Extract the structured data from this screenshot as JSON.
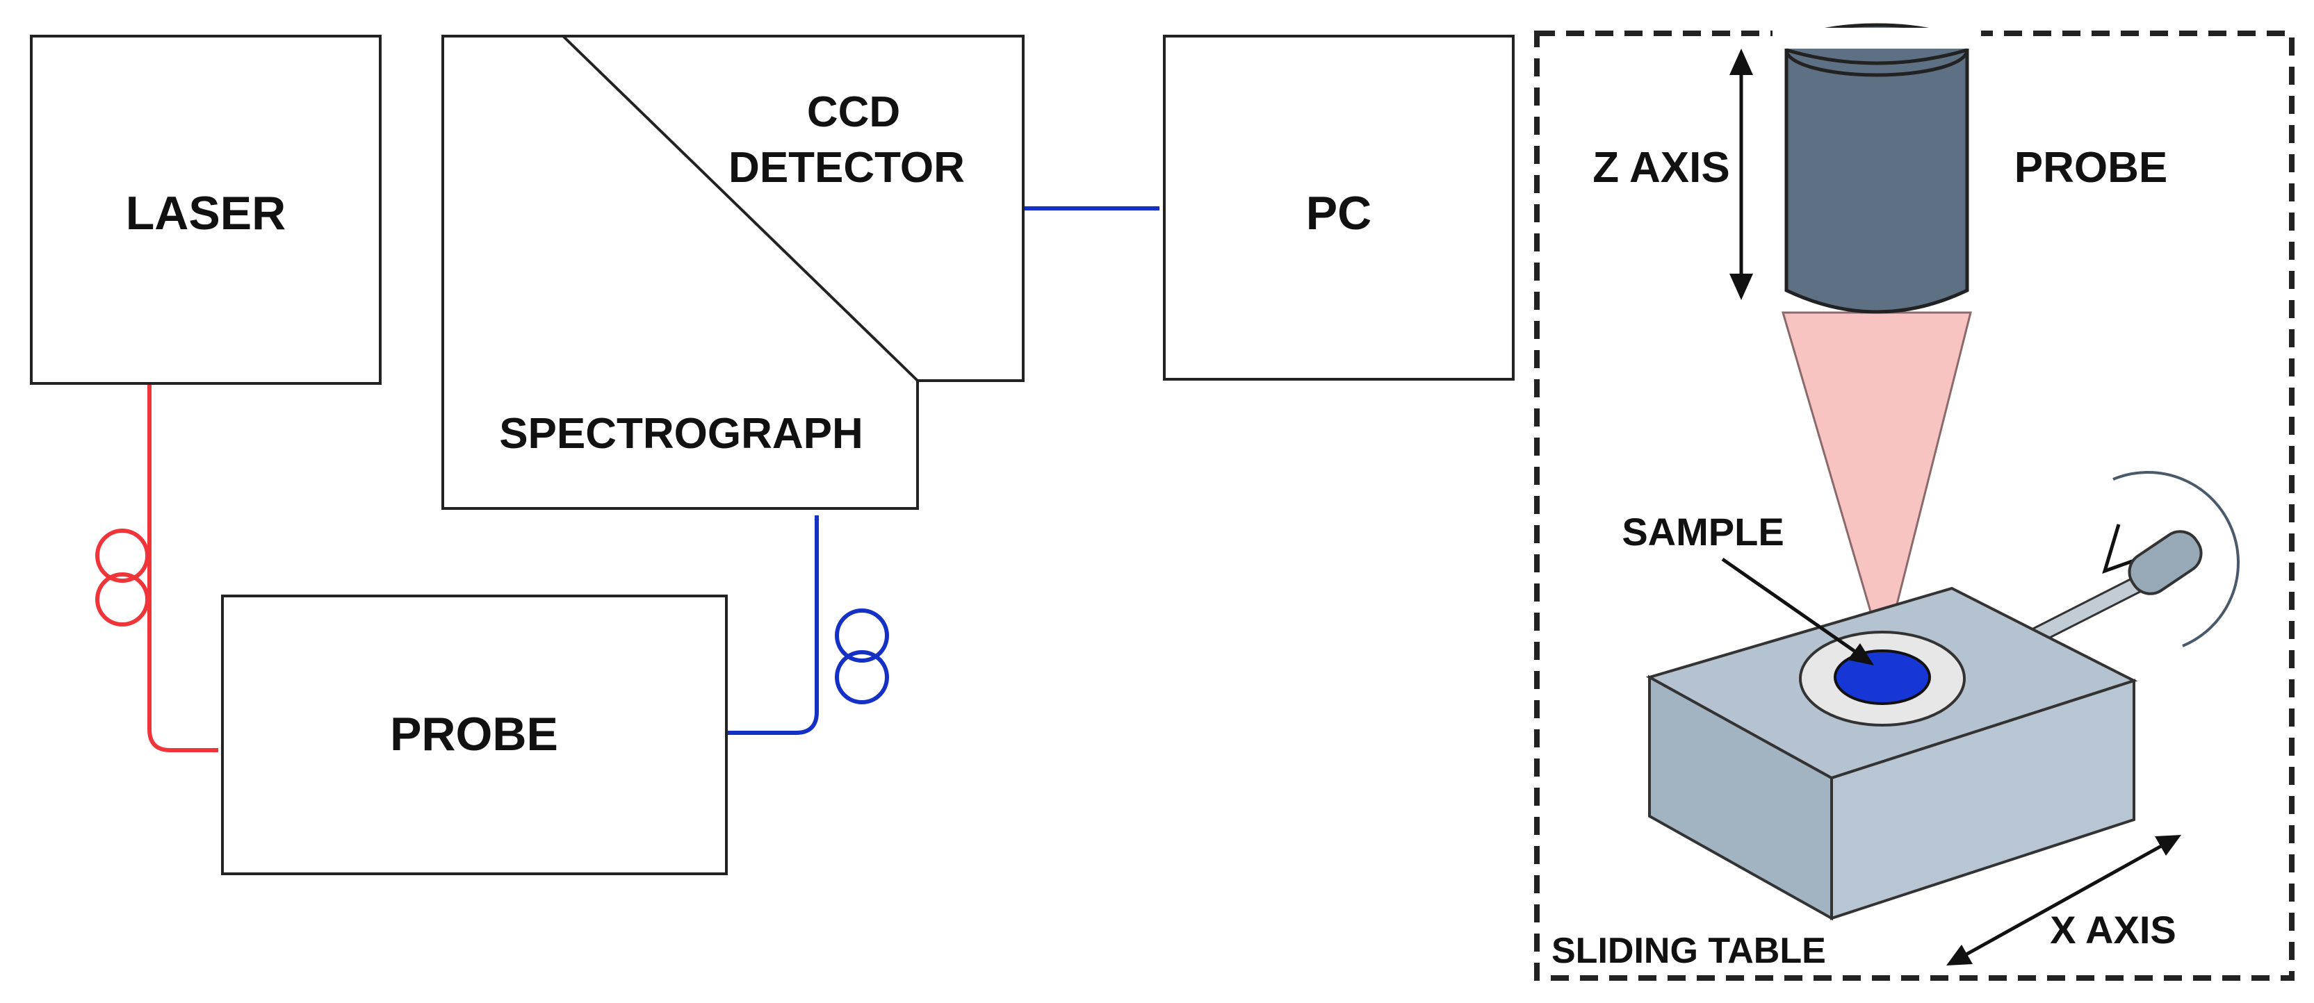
{
  "blocks": {
    "laser": "LASER",
    "ccd_line1": "CCD",
    "ccd_line2": "DETECTOR",
    "spectrograph": "SPECTROGRAPH",
    "pc": "PC",
    "probe": "PROBE"
  },
  "stage": {
    "z_axis": "Z AXIS",
    "probe": "PROBE",
    "sample": "SAMPLE",
    "sliding_table": "SLIDING TABLE",
    "x_axis": "X AXIS"
  },
  "colors": {
    "excitation_fiber": "#f0353a",
    "collection_fiber": "#1530c4",
    "probe_body": "#5e7083",
    "beam": "#f7c3c3",
    "sample": "#1736d6",
    "table": "#b4c3cf"
  }
}
